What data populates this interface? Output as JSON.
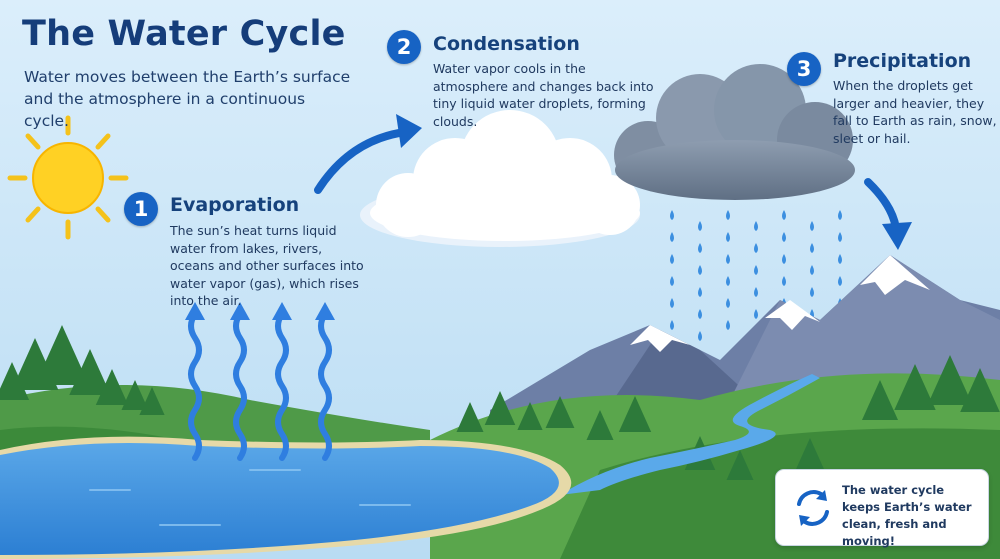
{
  "title": "The Water Cycle",
  "subtitle": "Water moves between the Earth’s surface and the atmosphere in a continuous cycle.",
  "steps": [
    {
      "number": "1",
      "title": "Evaporation",
      "description": "The sun’s heat turns liquid water from lakes, rivers, oceans and other surfaces into water vapor (gas), which rises into the air."
    },
    {
      "number": "2",
      "title": "Condensation",
      "description": "Water vapor cools in the atmosphere and changes back into tiny liquid water droplets, forming clouds."
    },
    {
      "number": "3",
      "title": "Precipitation",
      "description": "When the droplets get larger and heavier, they fall to Earth as rain, snow, sleet or hail."
    }
  ],
  "callout": "The water cycle keeps Earth’s water clean, fresh and moving!",
  "colors": {
    "sky": "#cfe6f7",
    "water": "#3d8fdc",
    "accent": "#1763c4",
    "forest": "#2d7a3a"
  }
}
